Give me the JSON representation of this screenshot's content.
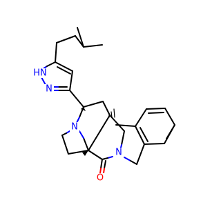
{
  "molecule": {
    "colors": {
      "bond": "#000000",
      "nitrogen": "#0000ff",
      "oxygen": "#ff0000"
    },
    "atom_labels": {
      "nh": "HN",
      "n_pyrazole": "N",
      "n_bridgehead": "N",
      "n_lactam": "N",
      "o_carbonyl": "O"
    }
  }
}
